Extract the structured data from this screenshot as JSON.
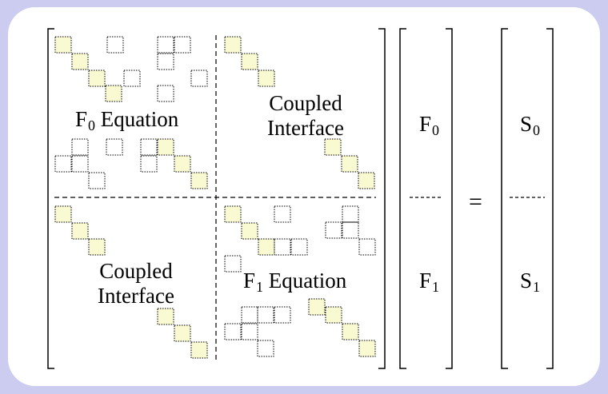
{
  "blocks": {
    "top_left": {
      "symbol": "F",
      "subscript": "0",
      "word": "Equation"
    },
    "top_right": {
      "line1": "Coupled",
      "line2": "Interface"
    },
    "bottom_left": {
      "line1": "Coupled",
      "line2": "Interface"
    },
    "bottom_right": {
      "symbol": "F",
      "subscript": "1",
      "word": "Equation"
    }
  },
  "unknown_vector": {
    "top": {
      "symbol": "F",
      "subscript": "0"
    },
    "bottom": {
      "symbol": "F",
      "subscript": "1"
    }
  },
  "equals": "=",
  "rhs_vector": {
    "top": {
      "symbol": "S",
      "subscript": "0"
    },
    "bottom": {
      "symbol": "S",
      "subscript": "1"
    }
  },
  "colors": {
    "background": "#ccccf0",
    "panel": "#ffffff",
    "filled_cell": "#fafad2",
    "line": "#000000"
  }
}
